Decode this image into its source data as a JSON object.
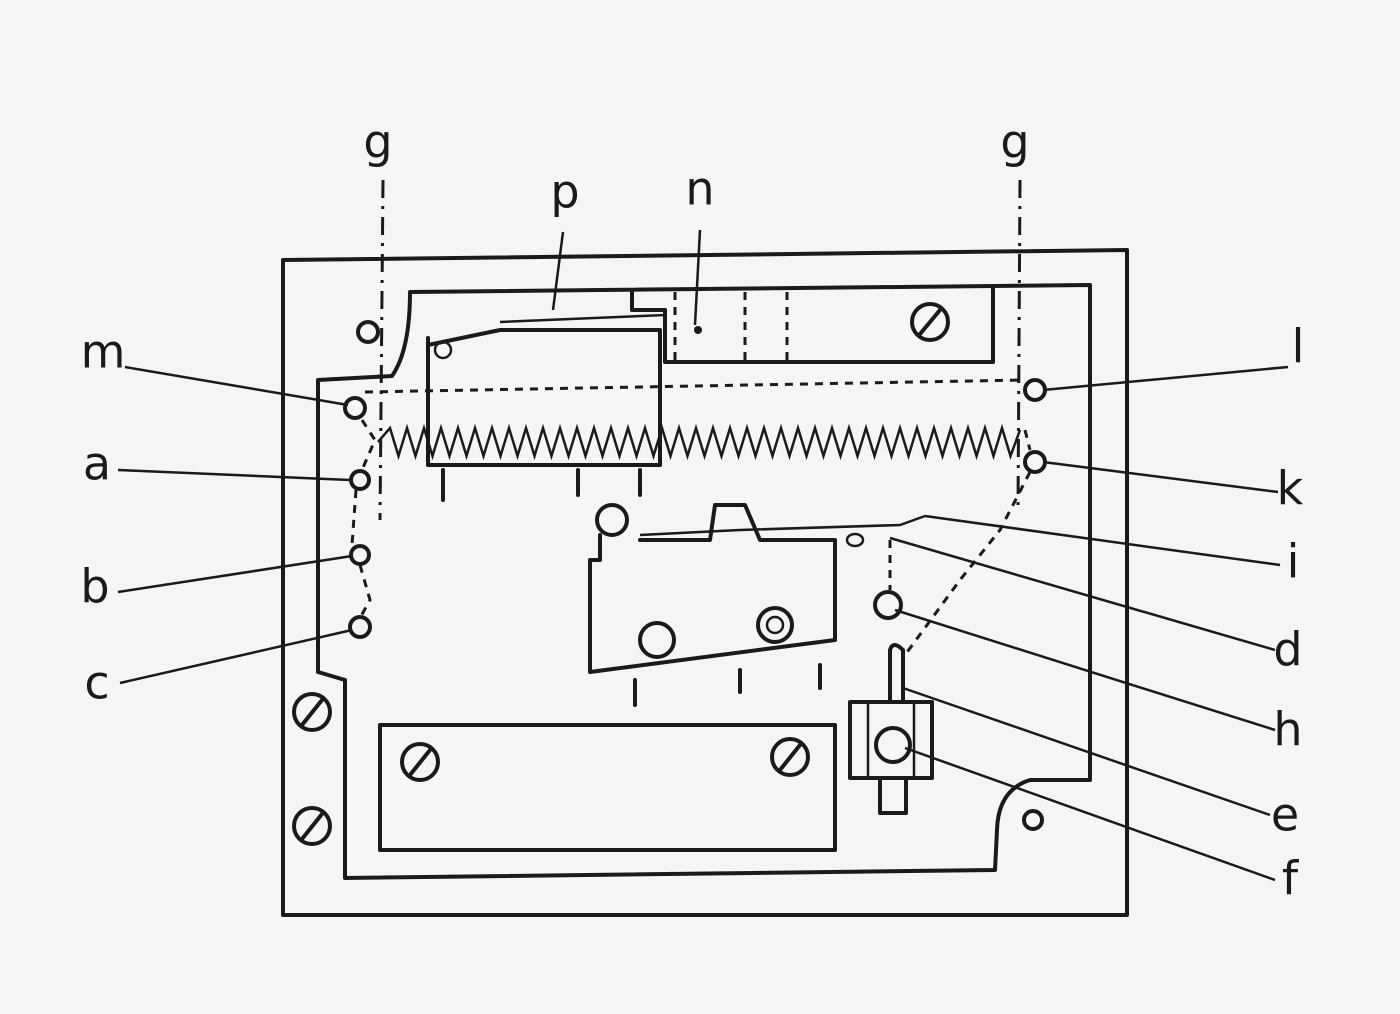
{
  "diagram": {
    "labels": {
      "g_left": "g",
      "g_right": "g",
      "p": "p",
      "n": "n",
      "m": "m",
      "a": "a",
      "b": "b",
      "c": "c",
      "l": "l",
      "k": "k",
      "i": "i",
      "d": "d",
      "h": "h",
      "e": "e",
      "f": "f"
    },
    "ink_color": "#1a1a1a",
    "paper_color": "#f5f5f3"
  }
}
